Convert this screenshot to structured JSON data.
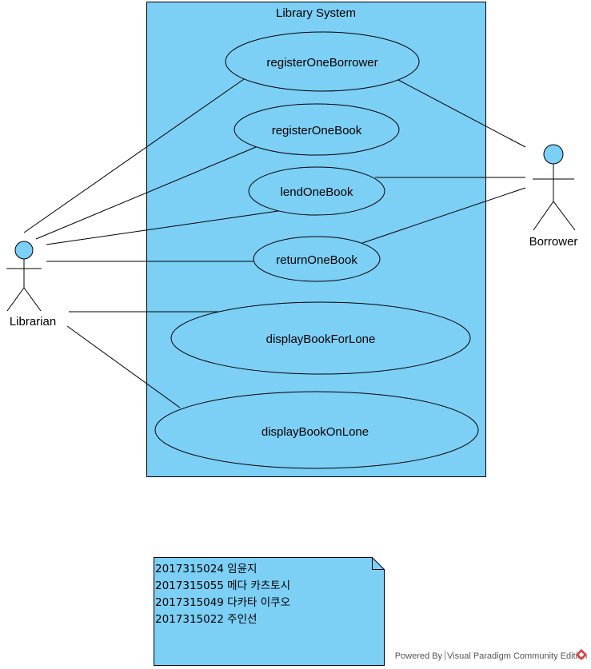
{
  "system": {
    "title": "Library System",
    "fill": "#7ccff5"
  },
  "actors": {
    "librarian": "Librarian",
    "borrower": "Borrower"
  },
  "use_cases": {
    "register_borrower": "registerOneBorrower",
    "register_book": "registerOneBook",
    "lend_book": "lendOneBook",
    "return_book": "returnOneBook",
    "display_for_lone": "displayBookForLone",
    "display_on_lone": "displayBookOnLone"
  },
  "note": {
    "lines": [
      "2017315024 임윤지",
      "2017315055 메다 카츠토시",
      "2017315049 다카타 이쿠오",
      "2017315022  주인선"
    ]
  },
  "footer": {
    "powered_by": "Powered By",
    "product": "Visual Paradigm Community Edition",
    "logo_icon": "visual-paradigm-logo-icon"
  }
}
